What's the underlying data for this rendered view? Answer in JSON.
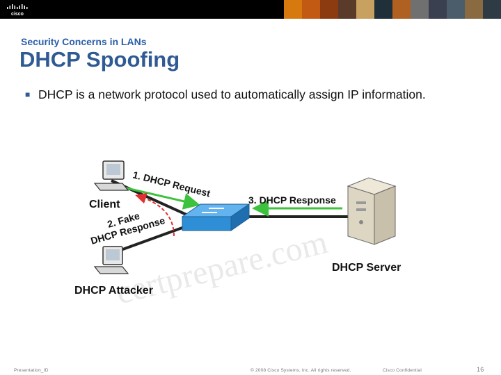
{
  "header": {
    "logo_text": "cisco",
    "photo_colors": [
      "#d67a10",
      "#c35a14",
      "#8c3a10",
      "#5a3b2a",
      "#c8a060",
      "#20303a",
      "#b06020",
      "#707070",
      "#3a4050",
      "#4b5c6a",
      "#8a6a40",
      "#2e3a44"
    ]
  },
  "slide": {
    "section": "Security Concerns in LANs",
    "title": "DHCP Spoofing",
    "bullet": "DHCP is a network protocol used to automatically assign IP information."
  },
  "diagram": {
    "client_label": "Client",
    "attacker_label": "DHCP Attacker",
    "server_label": "DHCP Server",
    "step1": "1. DHCP Request",
    "step2_line1": "2. Fake",
    "step2_line2": "DHCP Response",
    "step3": "3. DHCP Response",
    "watermark": "certprepare.com",
    "colors": {
      "request_arrow": "#3cc23c",
      "fake_arrow": "#e03030",
      "switch": "#2f8fd6",
      "server": "#ddd6c2"
    }
  },
  "footer": {
    "left": "Presentation_ID",
    "center": "© 2008 Cisco Systems, Inc. All rights reserved.",
    "right": "Cisco Confidential",
    "page": "16"
  }
}
